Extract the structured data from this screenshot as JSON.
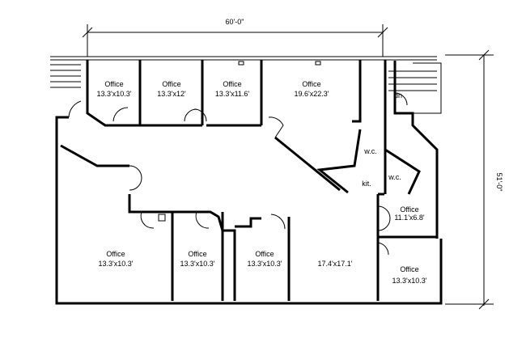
{
  "dimensions": {
    "width_label": "60'-0\"",
    "depth_label": "51'-0\""
  },
  "rooms": [
    {
      "name": "Office",
      "size": "13.3'x10.3'"
    },
    {
      "name": "Office",
      "size": "13.3'x12'"
    },
    {
      "name": "Office",
      "size": "13.3'x11.6'"
    },
    {
      "name": "Office",
      "size": "19.6'x22.3'"
    },
    {
      "name": "w.c."
    },
    {
      "name": "w.c."
    },
    {
      "name": "kit."
    },
    {
      "name": "Office",
      "size": "11.1'x6.8'"
    },
    {
      "name": "Office",
      "size": "13.3'x10.3'"
    },
    {
      "name": "Office",
      "size": "13.3'x10.3'"
    },
    {
      "name": "Office",
      "size": "13.3'x10.3'"
    },
    {
      "size": "17.4'x17.1'"
    },
    {
      "name": "Office",
      "size": "13.3'x10.3'"
    }
  ],
  "stair_label": "dn"
}
